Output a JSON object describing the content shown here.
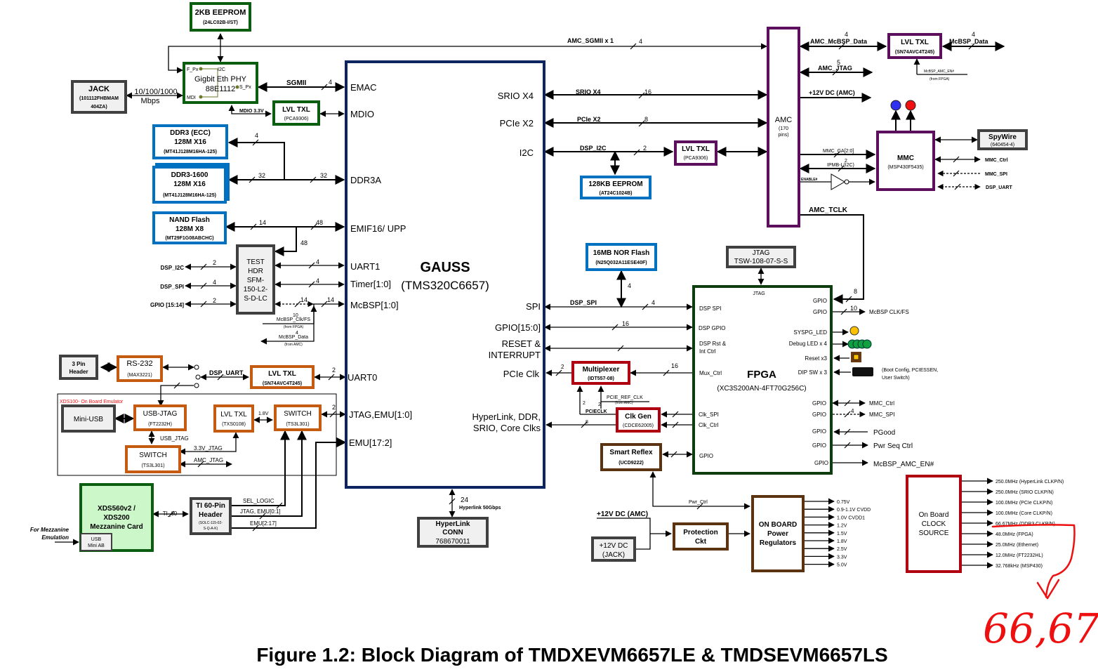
{
  "caption": "Figure 1.2: Block Diagram of TMDXEVM6657LE & TMDSEVM6657LS",
  "dsp": {
    "name": "GAUSS",
    "part": "(TMS320C6657)",
    "left_ports": [
      "EMAC",
      "MDIO",
      "DDR3A",
      "EMIF16/ UPP",
      "UART1",
      "Timer[1:0]",
      "McBSP[1:0]",
      "UART0",
      "JTAG,EMU[1:0]",
      "EMU[17:2]"
    ],
    "right_ports": [
      "SRIO X4",
      "PCIe X2",
      "I2C",
      "SPI",
      "GPIO[15:0]",
      "RESET &",
      "INTERRUPT",
      "PCIe Clk",
      "HyperLink, DDR,",
      "SRIO, Core Clks"
    ]
  },
  "blocks": {
    "eeprom2k": {
      "title": "2KB EEPROM",
      "part": "(24LC02B-I/ST)"
    },
    "jack": {
      "title": "JACK",
      "part1": "(101112FHBMAM",
      "part2": "404ZA)"
    },
    "phy": {
      "title": "Gigbit Eth PHY",
      "part": "88E1112",
      "f_px": "F_Px",
      "i2c": "I2C",
      "s_px": "S_Px",
      "mdi": "MDI"
    },
    "lvl_mdio": {
      "title": "LVL TXL",
      "part": "(PCA9306)"
    },
    "ddr3_ecc": {
      "l1": "DDR3 (ECC)",
      "l2": "128M X16",
      "part": "(MT41J128M16HA-125)"
    },
    "ddr3_1600": {
      "l1": "DDR3-1600",
      "l2": "128M X16",
      "part": "(MT41J128M16HA-125)"
    },
    "nand": {
      "l1": "NAND Flash",
      "l2": "128M X8",
      "part": "(MT29F1G08ABCHC)"
    },
    "testhdr": {
      "lines": [
        "TEST",
        "HDR",
        "SFM-",
        "150-L2-",
        "S-D-LC"
      ]
    },
    "pin3": {
      "l1": "3 Pin",
      "l2": "Header"
    },
    "rs232": {
      "title": "RS-232",
      "part": "(MAX3221)"
    },
    "lvl_uart": {
      "title": "LVL TXL",
      "part": "(SN74AVC4T245)"
    },
    "xds100_label": "XDS100- On Board Emulator",
    "miniusb": {
      "title": "Mini-USB"
    },
    "usbjtag": {
      "title": "USB-JTAG",
      "part": "(FT2232H)"
    },
    "lvl_jtag": {
      "title": "LVL TXL",
      "part": "(TXS0108)"
    },
    "switch1": {
      "title": "SWITCH",
      "part": "(TS3L301)"
    },
    "switch2": {
      "title": "SWITCH",
      "part": "(TS3L301)"
    },
    "xds560": {
      "l1": "XDS560v2 /",
      "l2": "XDS200",
      "l3": "Mezzanine Card",
      "usb1": "USB",
      "usb2": "Mini AB"
    },
    "mezz_note": {
      "l1": "For Mezzanine",
      "l2": "Emulation"
    },
    "ti60": {
      "l1": "TI 60-Pin",
      "l2": "Header",
      "p1": "(SOLC-115-02-",
      "p2": "S-Q-A-K)"
    },
    "hyperlink": {
      "l1": "HyperLink",
      "l2": "CONN",
      "l3": "768670011"
    },
    "amc": {
      "title": "AMC",
      "p1": "(170",
      "p2": "pins)"
    },
    "lvl_mcbsp": {
      "title": "LVL TXL",
      "part": "(SN74AVC4T245)"
    },
    "lvl_i2c": {
      "title": "LVL TXL",
      "part": "(PCA9306)"
    },
    "eeprom128": {
      "title": "128KB EEPROM",
      "part": "(AT24C1024B)"
    },
    "mmc": {
      "title": "MMC",
      "part": "(MSP430F5435)"
    },
    "spywire": {
      "title": "SpyWire",
      "part": "(640454-4)"
    },
    "nor": {
      "title": "16MB NOR Flash",
      "part": "(N25Q032A11ESE40F)"
    },
    "jtag_hdr": {
      "l1": "JTAG",
      "l2": "TSW-108-07-S-S"
    },
    "fpga": {
      "title": "FPGA",
      "part": "(XC3S200AN-4FT70G256C)",
      "jtag": "JTAG",
      "left": [
        "DSP SPI",
        "DSP GPIO",
        "DSP Rst &",
        "Int Ctrl",
        "Mux_Ctrl",
        "Clk_SPI",
        "Clk_Ctrl",
        "GPIO"
      ],
      "right": [
        "GPIO",
        "GPIO",
        "SYSPG_LED",
        "Debug LED x 4",
        "Reset x3",
        "DIP SW x 3",
        "GPIO",
        "GPIO",
        "GPIO",
        "GPIO",
        "GPIO"
      ]
    },
    "mux": {
      "title": "Multiplexer",
      "part": "(IDT557-08)"
    },
    "clkgen": {
      "title": "Clk Gen",
      "part": "(CDCE62005)"
    },
    "smartreflex": {
      "title": "Smart Reflex",
      "part": "(UCD9222)"
    },
    "protection": {
      "l1": "Protection",
      "l2": "Ckt"
    },
    "dcjack": {
      "l1": "+12V DC",
      "l2": "(JACK)"
    },
    "regs": {
      "l1": "ON BOARD",
      "l2": "Power",
      "l3": "Regulators",
      "outputs": [
        "0.75V",
        "0.9-1.1V CVDD",
        "1.0V CVDD1",
        "1.2V",
        "1.5V",
        "1.8V",
        "2.5V",
        "3.3V",
        "5.0V"
      ]
    },
    "clock": {
      "l1": "On Board",
      "l2": "CLOCK",
      "l3": "SOURCE",
      "outputs": [
        "250.0MHz (HyperLink CLKP/N)",
        "250.0MHz (SRIO CLKP/N)",
        "100.0MHz (PCIe CLKP/N)",
        "100.0MHz (Core CLKP/N)",
        "66.67MHz (DDR3 CLKP/N)",
        "48.0MHz (FPGA)",
        "25.0MHz (Ethernet)",
        "12.0MHz (FT2232HL)",
        "32.768kHz (MSP430)"
      ]
    }
  },
  "signals": {
    "amc_sgmii": "AMC_SGMII x 1",
    "sgmii": "SGMII",
    "speed1": "10/100/1000",
    "speed2": "Mbps",
    "mdio33": "MDIO 3.3V",
    "srio": "SRIO X4",
    "pcie": "PCIe X2",
    "dsp_i2c": "DSP_I2C",
    "dsp_spi": "DSP_SPI",
    "amc_mcbsp": "AMC_McBSP_Data",
    "mcbsp_data": "McBSP_Data",
    "amc_jtag": "AMC_JTAG",
    "p12v_amc": "+12V DC (AMC)",
    "mcbsp_amc_en": "McBSP_AMC_EN#",
    "from_fpga": "(from FPGA)",
    "from_amc": "(from AMC)",
    "mmc_ga": "MMC_GA[2:0]",
    "ipmb": "IPMB-L(I2C)",
    "enable": "ENABLE#",
    "amc_tclk": "AMC_TCLK",
    "mmc_ctrl": "MMC_Ctrl",
    "mmc_spi": "MMC_SPI",
    "dsp_uart": "DSP_UART",
    "mcbsp_clkfs": "McBSP CLK/FS",
    "mcbsp_clkfs2": "McBSP_Clk/FS",
    "pgood": "PGood",
    "pwrseq": "Pwr Seq Ctrl",
    "dip_note1": "(Boot Config, PCIESSEN,",
    "dip_note2": "User Switch)",
    "pcie_ref": "PCIE_REF_CLK",
    "pcieclk": "PCIECLK",
    "hl50": "Hyperlink 50Gbps",
    "pwr_ctrl": "Pwr_Ctrl",
    "usb_jtag": "USB_JTAG",
    "jtag33": "3.3V_JTAG",
    "v18": "1.8V",
    "ti_60": "TI_60",
    "sel_logic": "SEL_LOGIC",
    "jtag_emu": "JTAG, EMU[0:1]",
    "emu217": "EMU[2:17]",
    "dsp_i2c_l": "DSP_I2C",
    "dsp_spi_l": "DSP_SPI",
    "gpio_1514": "GPIO [15:14]"
  },
  "widths": {
    "w4": "4",
    "w2": "2",
    "w5": "5",
    "w8": "8",
    "w10": "10",
    "w14": "14",
    "w16": "16",
    "w24": "24",
    "w32": "32",
    "w48": "48"
  },
  "annotation": {
    "text": "66,67",
    "color": "#ee1010"
  }
}
